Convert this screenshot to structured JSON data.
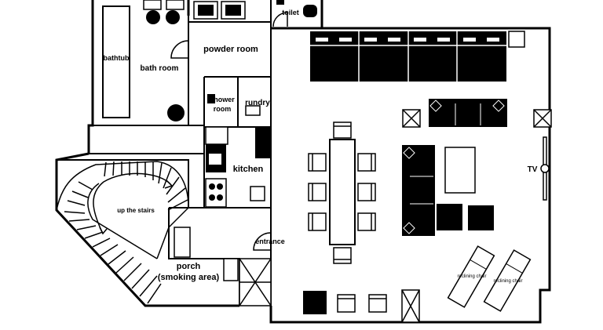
{
  "rooms": {
    "bathtub": "bathtub",
    "bath_room": "bath room",
    "toilet": "toilet",
    "powder_room": "powder room",
    "shower_room_line1": "shower",
    "shower_room_line2": "room",
    "laundry": "rundry",
    "kitchen": "kitchen",
    "up_the_stairs": "up the stairs",
    "entrance": "entrance",
    "porch_line1": "porch",
    "porch_line2": "(smoking area)",
    "tv": "TV",
    "reclining_chair_1": "reclining chair",
    "reclining_chair_2": "reclining chair"
  },
  "colors": {
    "wall": "#000000",
    "floor": "#ffffff",
    "furniture": "#000000"
  },
  "icons": [
    "door-swing-icon",
    "chair-icon",
    "sofa-icon",
    "crate-icon",
    "stairs-icon"
  ]
}
